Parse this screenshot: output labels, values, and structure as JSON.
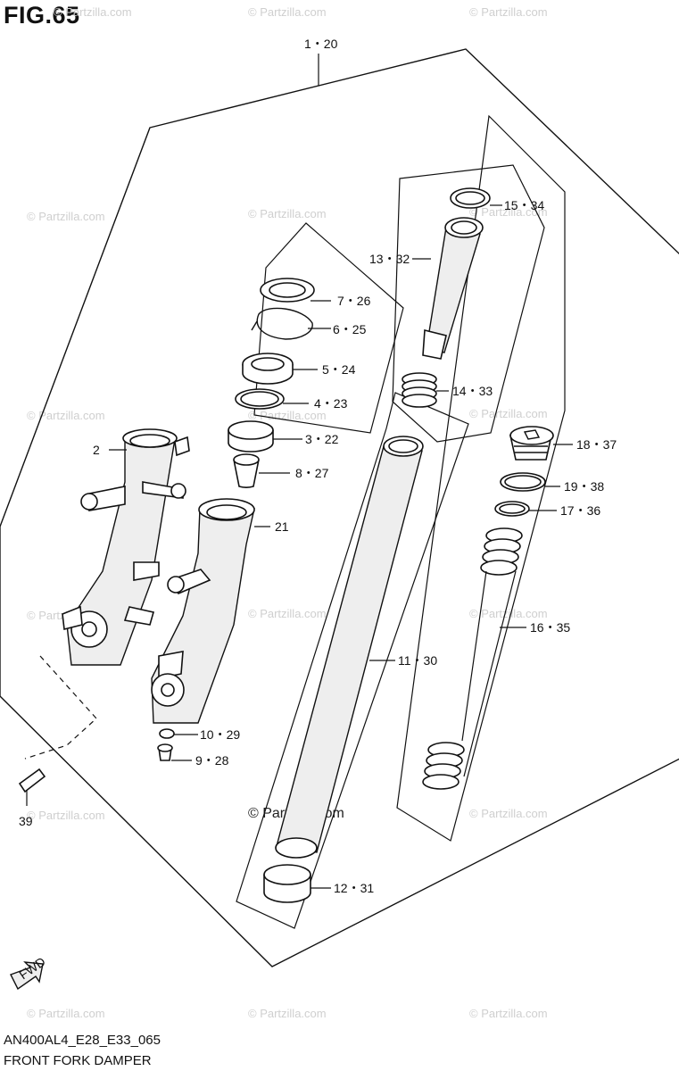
{
  "figure": {
    "title": "FIG.65",
    "code": "AN400AL4_E28_E33_065",
    "name": "FRONT FORK DAMPER",
    "fwd_label": "FWD"
  },
  "watermark": "© Partzilla.com",
  "callouts": [
    "1・20",
    "2",
    "21",
    "7・26",
    "6・25",
    "5・24",
    "4・23",
    "3・22",
    "8・27",
    "15・34",
    "13・32",
    "14・33",
    "18・37",
    "19・38",
    "17・36",
    "16・35",
    "11・30",
    "10・29",
    "9・28",
    "39",
    "12・31"
  ]
}
